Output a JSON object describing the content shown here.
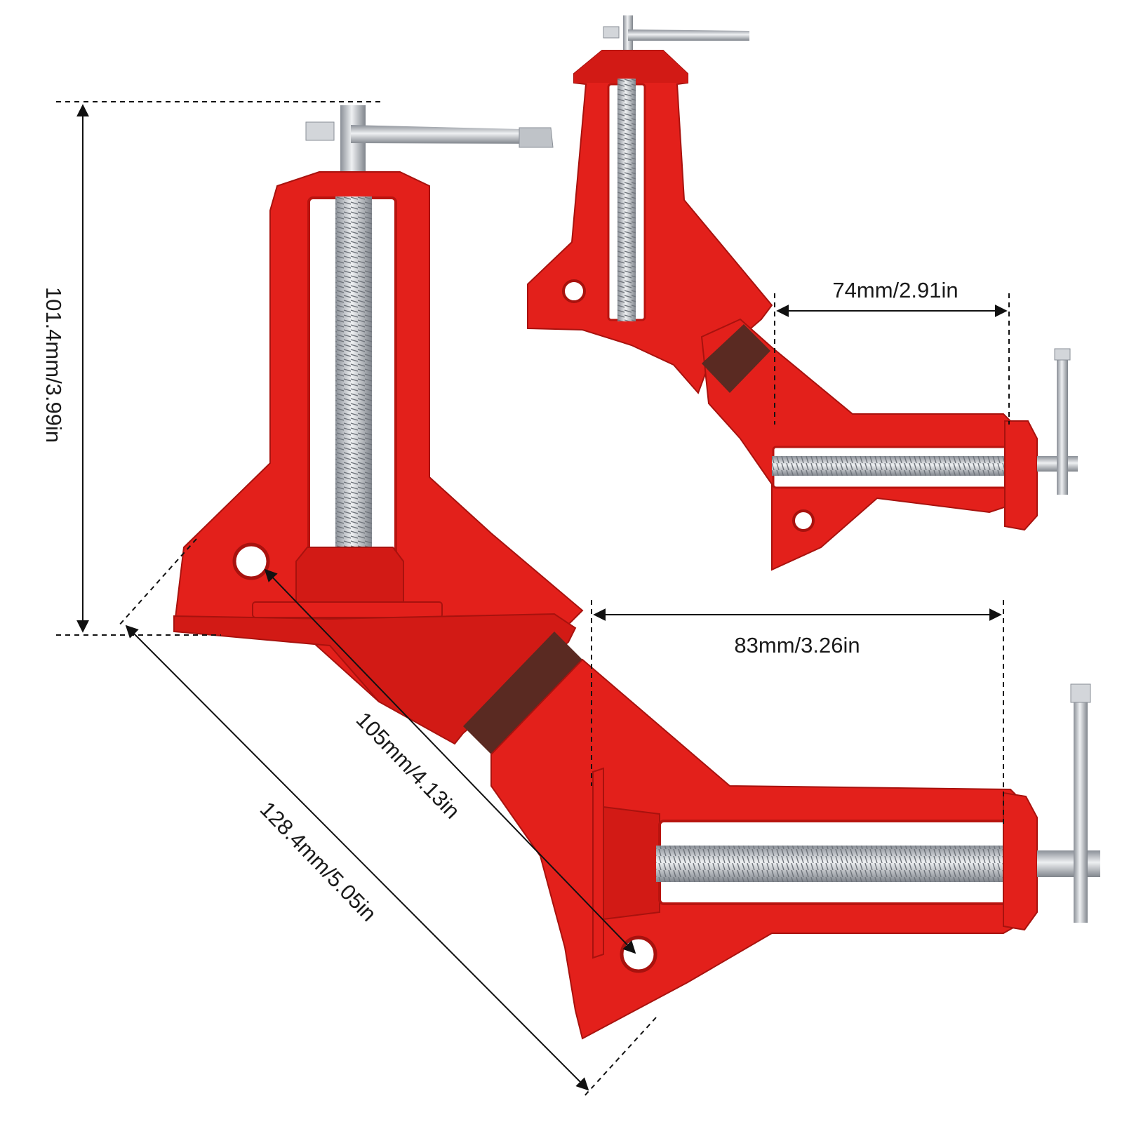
{
  "colors": {
    "clamp_red": "#e3201b",
    "clamp_dark": "#b8140f",
    "clamp_shadow": "#8c0d0a",
    "steel": "#c9ccd1",
    "steel_dark": "#8a8f97",
    "pad": "#5a2a22",
    "dim_line": "#111111"
  },
  "dimensions": {
    "height": "101.4mm/3.99in",
    "small_jaw": "74mm/2.91in",
    "large_jaw": "83mm/3.26in",
    "diagonal_inner": "105mm/4.13in",
    "diagonal_outer": "128.4mm/5.05in"
  }
}
